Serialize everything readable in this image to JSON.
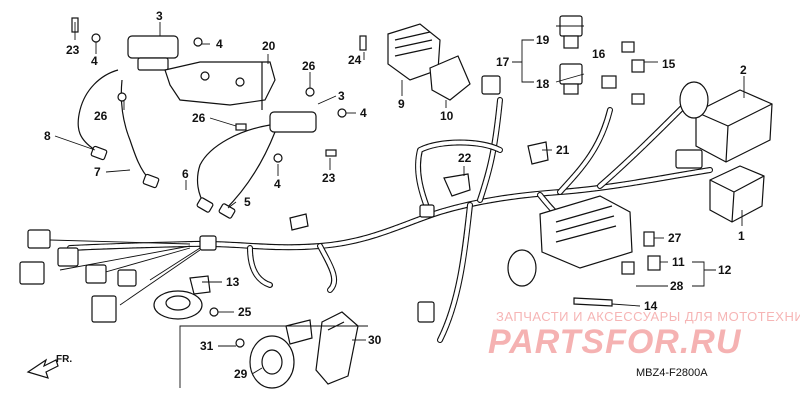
{
  "diagram": {
    "drawing_code": "MBZ4-F2800A",
    "direction_label": "FR.",
    "watermark": {
      "subtitle": "ЗАПЧАСТИ И АКСЕССУАРЫ ДЛЯ МОТОТЕХНИКИ",
      "logo_text": "PARTSFOR.RU"
    },
    "callouts": [
      {
        "id": "c23a",
        "label": "23"
      },
      {
        "id": "c4a",
        "label": "4"
      },
      {
        "id": "c3a",
        "label": "3"
      },
      {
        "id": "c4b",
        "label": "4"
      },
      {
        "id": "c20",
        "label": "20"
      },
      {
        "id": "c26a",
        "label": "26"
      },
      {
        "id": "c26b",
        "label": "26"
      },
      {
        "id": "c26c",
        "label": "26"
      },
      {
        "id": "c8",
        "label": "8"
      },
      {
        "id": "c7",
        "label": "7"
      },
      {
        "id": "c6",
        "label": "6"
      },
      {
        "id": "c5",
        "label": "5"
      },
      {
        "id": "c3b",
        "label": "3"
      },
      {
        "id": "c4c",
        "label": "4"
      },
      {
        "id": "c4d",
        "label": "4"
      },
      {
        "id": "c23b",
        "label": "23"
      },
      {
        "id": "c24",
        "label": "24"
      },
      {
        "id": "c9",
        "label": "9"
      },
      {
        "id": "c10",
        "label": "10"
      },
      {
        "id": "c17",
        "label": "17"
      },
      {
        "id": "c19",
        "label": "19"
      },
      {
        "id": "c18",
        "label": "18"
      },
      {
        "id": "c16",
        "label": "16"
      },
      {
        "id": "c15",
        "label": "15"
      },
      {
        "id": "c2",
        "label": "2"
      },
      {
        "id": "c22",
        "label": "22"
      },
      {
        "id": "c21",
        "label": "21"
      },
      {
        "id": "c1",
        "label": "1"
      },
      {
        "id": "c27",
        "label": "27"
      },
      {
        "id": "c11",
        "label": "11"
      },
      {
        "id": "c12",
        "label": "12"
      },
      {
        "id": "c28",
        "label": "28"
      },
      {
        "id": "c14",
        "label": "14"
      },
      {
        "id": "c13",
        "label": "13"
      },
      {
        "id": "c25",
        "label": "25"
      },
      {
        "id": "c31",
        "label": "31"
      },
      {
        "id": "c30",
        "label": "30"
      },
      {
        "id": "c29",
        "label": "29"
      }
    ]
  }
}
